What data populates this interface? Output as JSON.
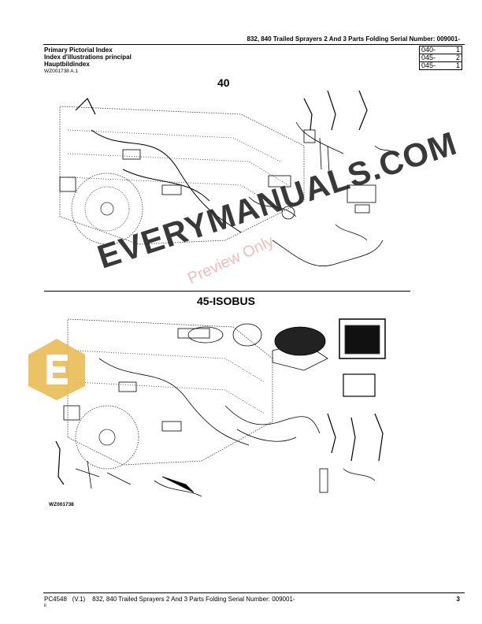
{
  "header": {
    "title": "832, 840 Trailed Sprayers 2 And 3 Parts Folding Serial Number: 009001-"
  },
  "index": {
    "lines": [
      "Primary Pictorial Index",
      "Index d'illustrations principal",
      "Hauptbildindex"
    ],
    "ref_code": "WZ001738 A.1"
  },
  "page_table": [
    {
      "code": "040-",
      "page": "1"
    },
    {
      "code": "045-",
      "page": "2"
    },
    {
      "code": "045-",
      "page": "1"
    }
  ],
  "sections": [
    {
      "label": "40"
    },
    {
      "label": "45-ISOBUS"
    }
  ],
  "figure_code": "WZ001738",
  "watermark": {
    "main": "EVERYMANUALS.COM",
    "secondary": "Preview Only",
    "color": "#e8b84a"
  },
  "footer": {
    "left": "PC4548   (V.1)    832, 840 Trailed Sprayers 2 And 3 Parts Folding Serial Number: 009001-",
    "sub": "ii",
    "page": "3"
  }
}
